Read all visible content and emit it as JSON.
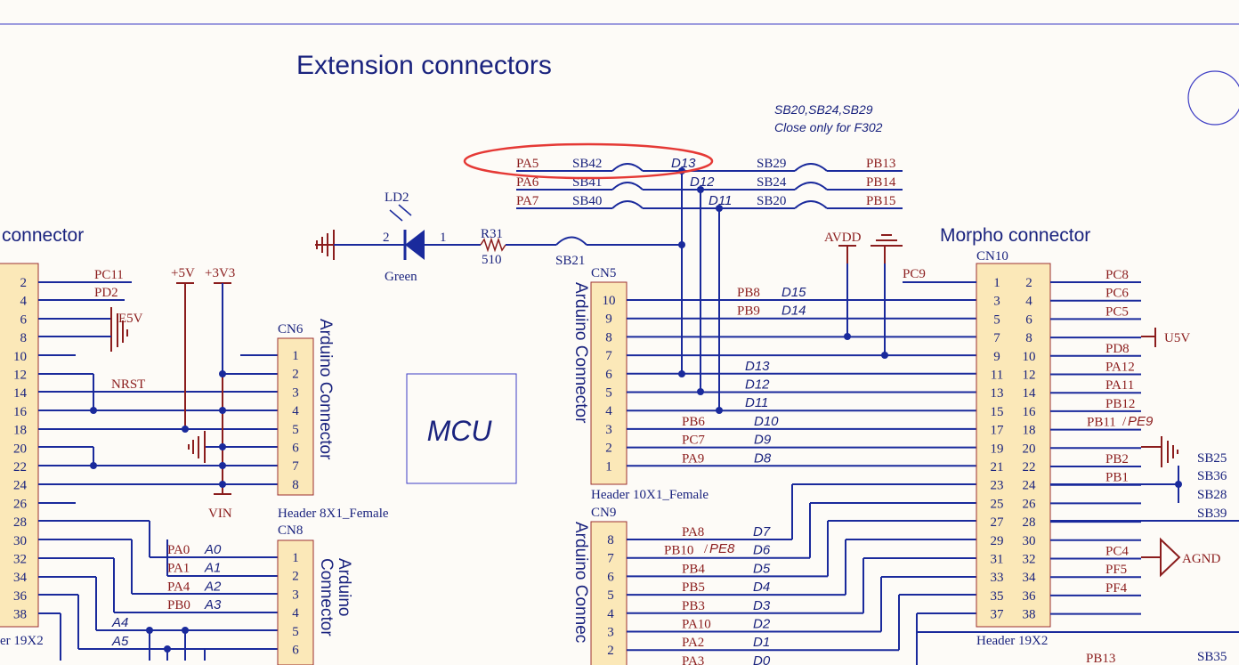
{
  "colors": {
    "wire": "#1a2a9c",
    "label": "#8b1d1d",
    "title": "#1a237e",
    "header_fill": "#fbe8b8",
    "header_stroke": "#9c2f2f",
    "highlight": "#e53935"
  },
  "title": "Extension connectors",
  "note_line1": "SB20,SB24,SB29",
  "note_line2": "Close only for F302",
  "mcu_label": "MCU",
  "left_header": {
    "title": "connector",
    "footer": "er 19X2",
    "pins": [
      "2",
      "4",
      "6",
      "8",
      "10",
      "12",
      "14",
      "16",
      "18",
      "20",
      "22",
      "24",
      "26",
      "28",
      "30",
      "32",
      "34",
      "36",
      "38"
    ],
    "net_pc11": "PC11",
    "net_pd2": "PD2",
    "net_e5v": "E5V",
    "net_nrst": "NRST",
    "net_5v": "+5V",
    "net_3v3": "+3V3",
    "net_vin": "VIN"
  },
  "cn6": {
    "ref": "CN6",
    "vertical": "Arduino Connector",
    "footer": "Header 8X1_Female",
    "pins": [
      "1",
      "2",
      "3",
      "4",
      "5",
      "6",
      "7",
      "8"
    ]
  },
  "cn8": {
    "ref": "CN8",
    "vertical": "Arduino Connector",
    "pins": [
      "1",
      "2",
      "3",
      "4",
      "5",
      "6"
    ],
    "nets": [
      "PA0",
      "PA1",
      "PA4",
      "PB0"
    ],
    "arduino": [
      "A0",
      "A1",
      "A2",
      "A3"
    ],
    "a4": "A4",
    "a5": "A5"
  },
  "led": {
    "ref": "LD2",
    "color": "Green",
    "pin_k": "2",
    "pin_a": "1"
  },
  "resistor": {
    "ref": "R31",
    "value": "510"
  },
  "sb21": "SB21",
  "top_nets": {
    "left_nets": [
      "PA5",
      "PA6",
      "PA7"
    ],
    "left_bridges": [
      "SB42",
      "SB41",
      "SB40"
    ],
    "arduino": [
      "D13",
      "D12",
      "D11"
    ],
    "right_bridges": [
      "SB29",
      "SB24",
      "SB20"
    ],
    "right_nets": [
      "PB13",
      "PB14",
      "PB15"
    ]
  },
  "cn5": {
    "ref": "CN5",
    "vertical": "Arduino Connector",
    "footer": "Header 10X1_Female",
    "pins": [
      "10",
      "9",
      "8",
      "7",
      "6",
      "5",
      "4",
      "3",
      "2",
      "1"
    ],
    "nets": [
      "PB8",
      "PB9",
      "PB6",
      "PC7",
      "PA9"
    ],
    "arduino": [
      "D15",
      "D14",
      "D13",
      "D12",
      "D11",
      "D10",
      "D9",
      "D8"
    ]
  },
  "cn9": {
    "ref": "CN9",
    "vertical": "Arduino Connec",
    "pins": [
      "8",
      "7",
      "6",
      "5",
      "4",
      "3",
      "2"
    ],
    "nets": [
      "PA8",
      "PB10",
      "PB4",
      "PB5",
      "PB3",
      "PA10",
      "PA2",
      "PA3"
    ],
    "net_pe8": "PE8",
    "arduino": [
      "D7",
      "D6",
      "D5",
      "D4",
      "D3",
      "D2",
      "D1",
      "D0"
    ]
  },
  "morpho": {
    "title": "Morpho connector",
    "ref": "CN10",
    "footer": "Header 19X2",
    "left_pins": [
      "1",
      "3",
      "5",
      "7",
      "9",
      "11",
      "13",
      "15",
      "17",
      "19",
      "21",
      "23",
      "25",
      "27",
      "29",
      "31",
      "33",
      "35",
      "37"
    ],
    "right_pins": [
      "2",
      "4",
      "6",
      "8",
      "10",
      "12",
      "14",
      "16",
      "18",
      "20",
      "22",
      "24",
      "26",
      "28",
      "30",
      "32",
      "34",
      "36",
      "38"
    ],
    "net_pc9": "PC9",
    "net_avdd": "AVDD",
    "right_nets": [
      "PC8",
      "PC6",
      "PC5",
      "PD8",
      "PA12",
      "PA11",
      "PB12",
      "PB11",
      "PB2",
      "PB1",
      "PC4",
      "PF5",
      "PF4"
    ],
    "net_pe9": "PE9",
    "net_u5v": "U5V",
    "net_agnd": "AGND",
    "bridges": [
      "SB25",
      "SB36",
      "SB28",
      "SB39",
      "SB35"
    ],
    "net_pb13_bottom": "PB13"
  }
}
